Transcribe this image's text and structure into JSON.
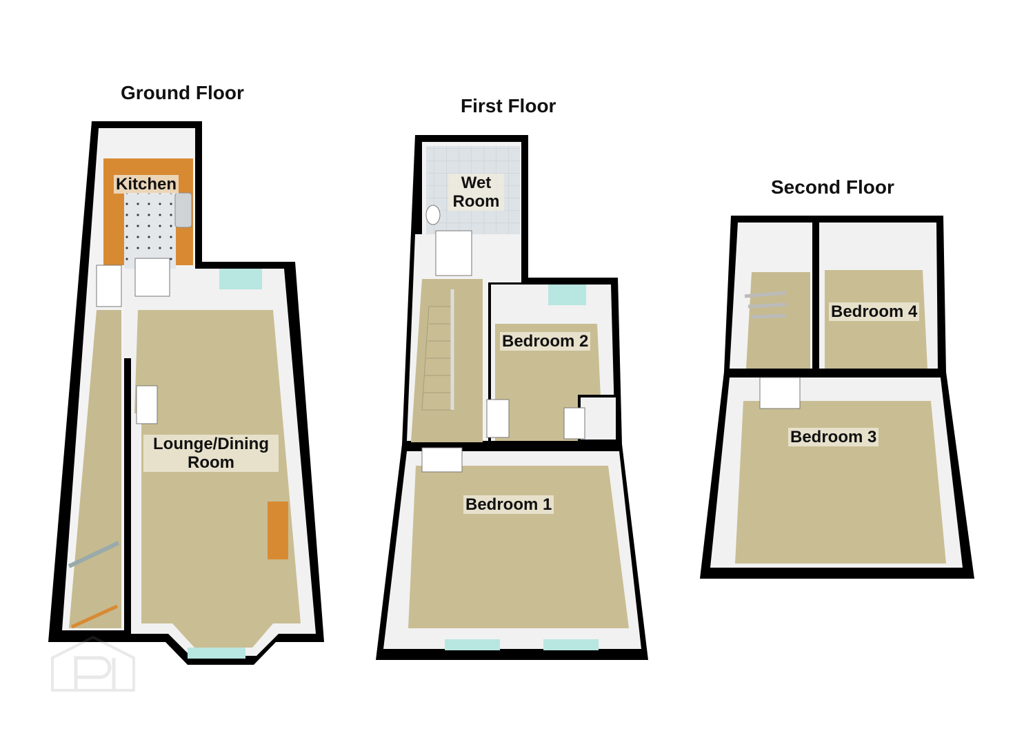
{
  "floors": {
    "ground": {
      "title": "Ground Floor",
      "rooms": {
        "kitchen": "Kitchen",
        "lounge_line1": "Lounge/Dining",
        "lounge_line2": "Room"
      }
    },
    "first": {
      "title": "First Floor",
      "rooms": {
        "wet_line1": "Wet",
        "wet_line2": "Room",
        "bedroom2": "Bedroom 2",
        "bedroom1": "Bedroom 1"
      }
    },
    "second": {
      "title": "Second Floor",
      "rooms": {
        "bedroom4": "Bedroom 4",
        "bedroom3": "Bedroom 3"
      }
    }
  },
  "colors": {
    "wall": "#000000",
    "wall_inner": "#f2f2f2",
    "carpet": "#c9bd93",
    "worktop": "#d88a33",
    "window": "#b8e6e0",
    "tile": "#d9dde2"
  },
  "icons": {
    "watermark": "house-logo-icon",
    "door": "door-icon",
    "stairs": "stairs-icon",
    "window": "window-icon"
  }
}
